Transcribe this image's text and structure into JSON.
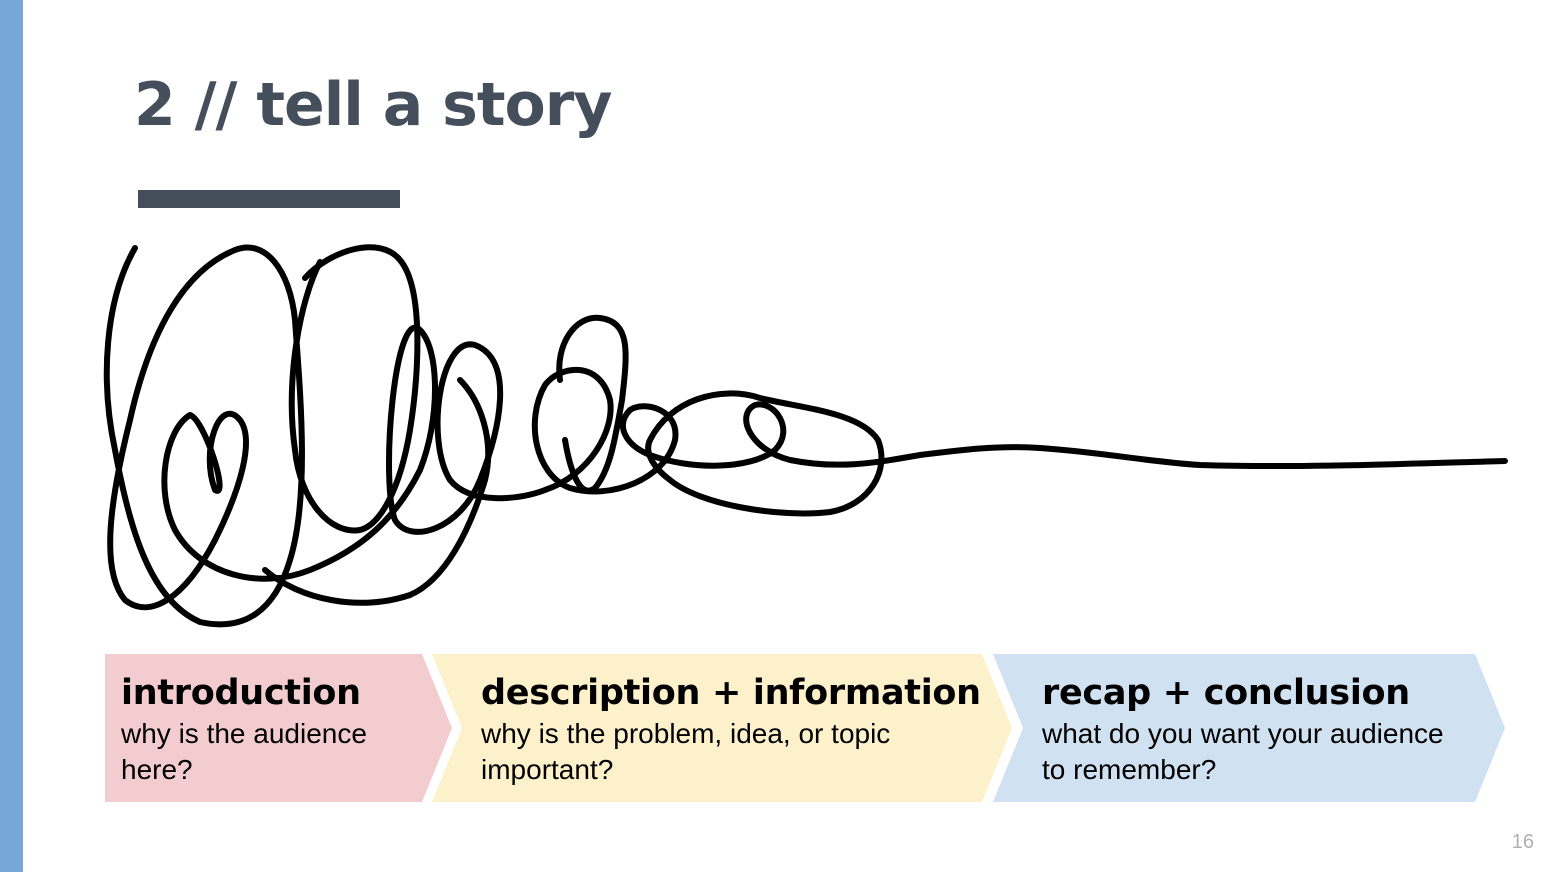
{
  "slide": {
    "title": "2 // tell a story",
    "number": "16",
    "colors": {
      "sidebar": "#76a7d8",
      "title": "#454f5c",
      "introduction": "#f2ccce",
      "description": "#fdf1cc",
      "conclusion": "#d0e1f1"
    }
  },
  "steps": [
    {
      "title": "introduction",
      "description": "why is the audience here?"
    },
    {
      "title": "description + information",
      "description": "why is the problem, idea, or topic important?"
    },
    {
      "title": "recap + conclusion",
      "description": "what do you want your audience to remember?"
    }
  ],
  "illustration": {
    "icon": "tangled-line-scribble"
  }
}
